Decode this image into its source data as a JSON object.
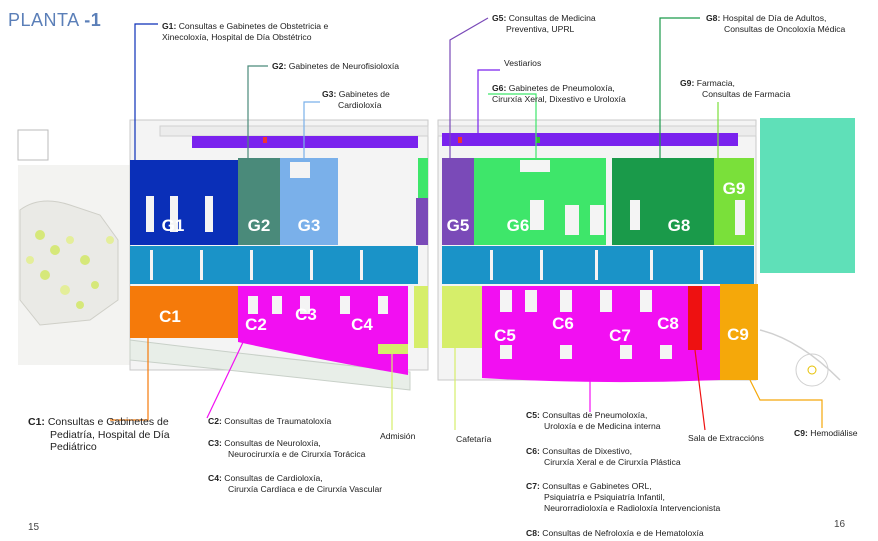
{
  "title": {
    "prefix": "PLANTA ",
    "level": "-1"
  },
  "zones": {
    "G1": {
      "code": "G1",
      "color": "#0a2fb8"
    },
    "G2": {
      "code": "G2",
      "color": "#4a8a7a"
    },
    "G3": {
      "code": "G3",
      "color": "#7ab0ea"
    },
    "G5": {
      "code": "G5",
      "color": "#7a4ab8"
    },
    "G6": {
      "code": "G6",
      "color": "#3ee66a"
    },
    "G8": {
      "code": "G8",
      "color": "#1a9a4a"
    },
    "G9": {
      "code": "G9",
      "color": "#7ae03a"
    },
    "C1": {
      "code": "C1",
      "color": "#f57a0a"
    },
    "C2": {
      "code": "C2",
      "color": "#f20ff2"
    },
    "C3": {
      "code": "C3",
      "color": "#f20ff2"
    },
    "C4": {
      "code": "C4",
      "color": "#f20ff2"
    },
    "C5": {
      "code": "C5",
      "color": "#f20ff2"
    },
    "C6": {
      "code": "C6",
      "color": "#f20ff2"
    },
    "C7": {
      "code": "C7",
      "color": "#f20ff2"
    },
    "C8": {
      "code": "C8",
      "color": "#f20ff2"
    },
    "C9": {
      "code": "C9",
      "color": "#f5a80a"
    }
  },
  "labels": {
    "g1": {
      "code": "G1:",
      "text_1": " Consultas e Gabinetes de Obstetricia e",
      "text_2": "Xinecoloxía,  Hospital de Día Obstétrico"
    },
    "g2": {
      "code": "G2:",
      "text_1": " Gabinetes de Neurofisioloxía"
    },
    "g3": {
      "code": "G3:",
      "text_1": " Gabinetes de",
      "text_2": "Cardioloxía"
    },
    "g5": {
      "code": "G5:",
      "text_1": " Consultas de Medicina",
      "text_2": "Preventiva, UPRL"
    },
    "vestiarios": {
      "text": "Vestiarios"
    },
    "g6": {
      "code": "G6:",
      "text_1": " Gabinetes de Pneumoloxía,",
      "text_2": "Cirurxía Xeral, Dixestivo e Uroloxía"
    },
    "g8": {
      "code": "G8:",
      "text_1": " Hospital de Día de Adultos,",
      "text_2": "Consultas de Oncoloxía Médica"
    },
    "g9": {
      "code": "G9:",
      "text_1": " Farmacia,",
      "text_2": "Consultas de Farmacia"
    },
    "c1": {
      "code": "C1:",
      "text_1": " Consultas e Gabinetes de",
      "text_2": "Pediatría, Hospital de Día",
      "text_3": "Pediátrico"
    },
    "c2": {
      "code": "C2:",
      "text_1": " Consultas de Traumatoloxía"
    },
    "c3": {
      "code": "C3:",
      "text_1": " Consultas de Neuroloxía,",
      "text_2": "Neurocirurxía e de Cirurxía Torácica"
    },
    "c4": {
      "code": "C4:",
      "text_1": " Consultas de Cardioloxía,",
      "text_2": "Cirurxía Cardíaca e de Cirurxía Vascular"
    },
    "admision": {
      "text": "Admisión"
    },
    "cafetaria": {
      "text": "Cafetaría"
    },
    "c5": {
      "code": "C5:",
      "text_1": " Consultas de Pneumoloxía,",
      "text_2": "Uroloxía e de Medicina interna"
    },
    "c6": {
      "code": "C6:",
      "text_1": " Consultas de Dixestivo,",
      "text_2": "Cirurxía Xeral e de Cirurxía Plástica"
    },
    "c7": {
      "code": "C7:",
      "text_1": " Consultas e Gabinetes ORL,",
      "text_2": "Psiquiatría e Psiquiatría Infantil,",
      "text_3": "Neurorradioloxía e Radioloxía Intervencionista"
    },
    "c8": {
      "code": "C8:",
      "text_1": " Consultas de Nefroloxía e de Hematoloxía"
    },
    "extraccions": {
      "text": "Sala de Extraccións"
    },
    "c9": {
      "code": "C9:",
      "text_1": " Hemodiálise"
    }
  },
  "pages": {
    "left": "15",
    "right": "16"
  }
}
